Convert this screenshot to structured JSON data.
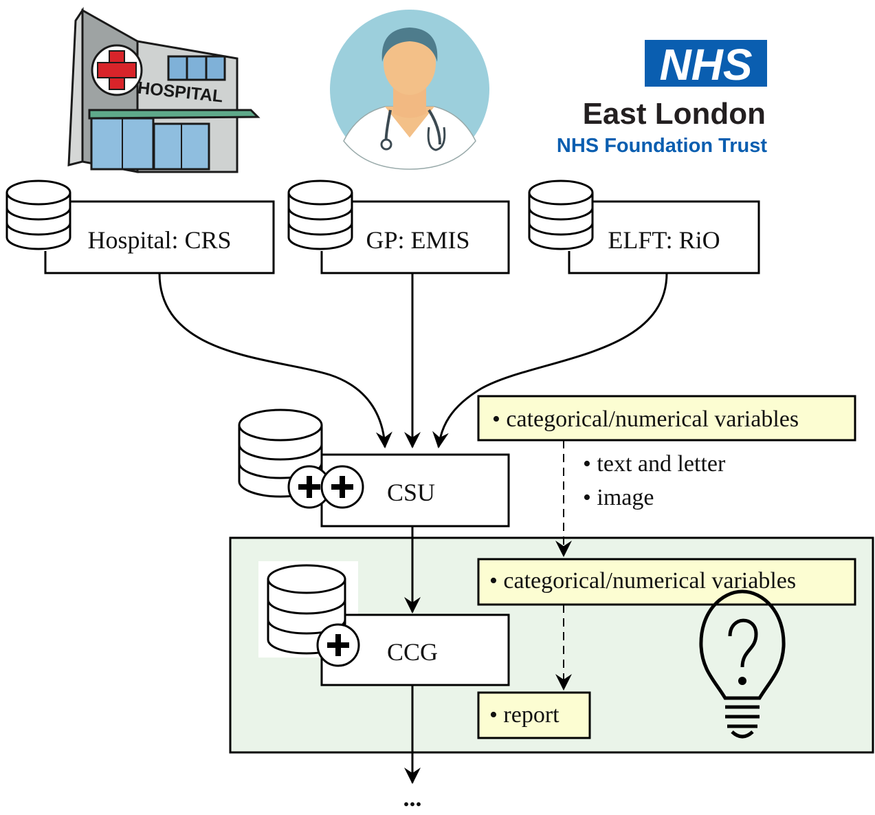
{
  "logos": {
    "hospital_sign": "HOSPITAL",
    "nhs_badge": "NHS",
    "org_name": "East London",
    "org_subtitle": "NHS Foundation Trust"
  },
  "sources": [
    {
      "label": "Hospital: CRS"
    },
    {
      "label": "GP: EMIS"
    },
    {
      "label": "ELFT: RiO"
    }
  ],
  "csu": {
    "label": "CSU",
    "data_types": {
      "highlighted": "• categorical/numerical variables",
      "other": [
        "• text and letter",
        "• image"
      ]
    }
  },
  "ccg": {
    "label": "CCG",
    "notes": [
      "• categorical/numerical variables",
      "• report"
    ]
  },
  "continuation": "...",
  "colors": {
    "nhs_blue": "#0a5eb0",
    "note_fill": "#fcfdd2",
    "region_fill": "#eaf4e9",
    "hospital_cross": "#d8242a",
    "avatar_bg": "#9ccfdc"
  }
}
